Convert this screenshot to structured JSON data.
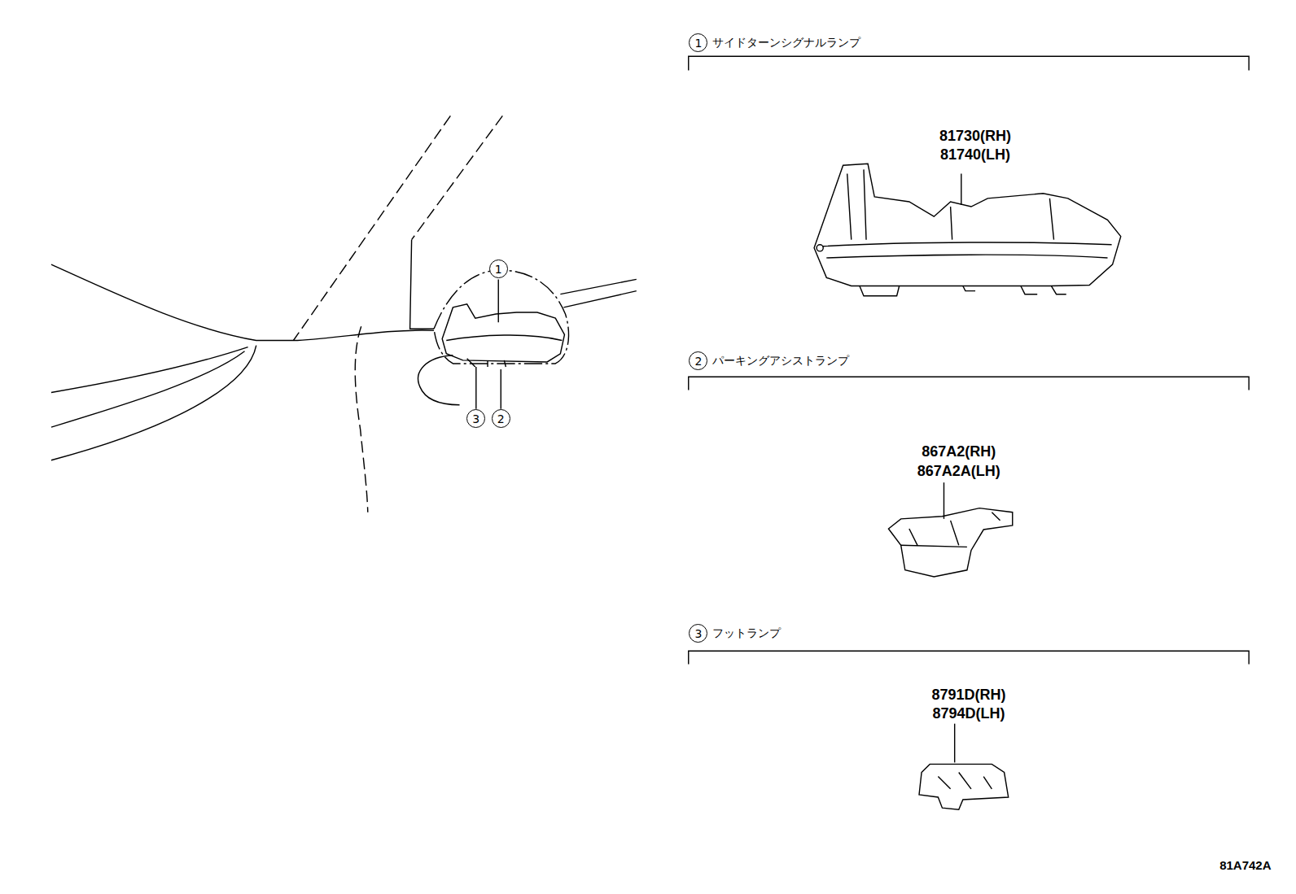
{
  "diagram": {
    "nodes": [
      {
        "text": [
          "1"
        ]
      },
      {
        "text": [
          "1"
        ]
      },
      {
        "text": [
          "2"
        ]
      },
      {
        "text": [
          "3"
        ]
      },
      {
        "text": [
          "2"
        ]
      },
      {
        "text": [
          "3"
        ]
      }
    ],
    "labels": [
      "サイドターンシグナルランプ",
      "81730(RH)",
      "81740(LH)",
      "パーキングアシストランプ",
      "867A2(RH)",
      "867A2A(LH)",
      "フットランプ",
      "8791D(RH)",
      "8794D(LH)",
      "81A742A"
    ]
  }
}
